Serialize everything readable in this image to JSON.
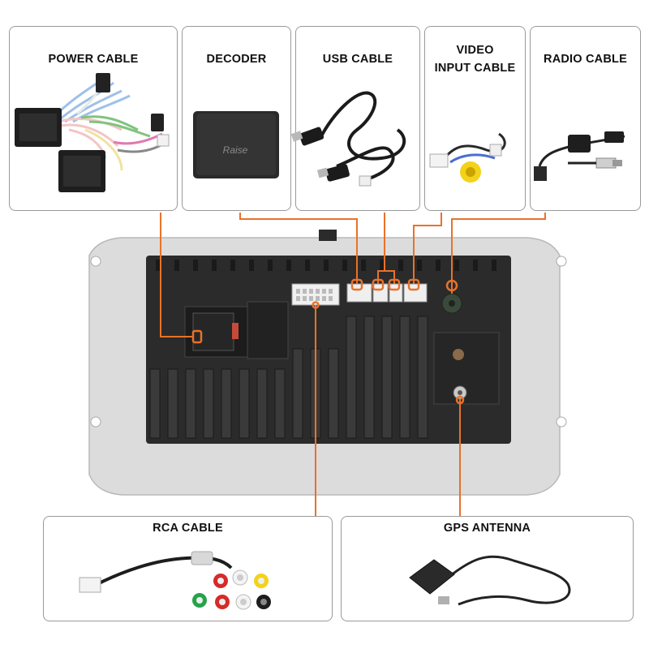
{
  "labels": {
    "power": "POWER CABLE",
    "decoder": "DECODER",
    "usb": "USB CABLE",
    "video_line1": "VIDEO",
    "video_line2": "INPUT CABLE",
    "radio": "RADIO CABLE",
    "rca": "RCA CABLE",
    "gps": "GPS ANTENNA",
    "decoder_brand": "Raise"
  },
  "colors": {
    "connector_line": "#e8722a",
    "card_border": "#9a9a9a",
    "unit_frame": "#dcdcdc",
    "unit_body": "#2e2e2e",
    "rca_red": "#d62a2a",
    "rca_white": "#f4f4f4",
    "rca_yellow": "#f3d21a",
    "rca_green": "#27a34a",
    "rca_black": "#1d1d1d"
  }
}
